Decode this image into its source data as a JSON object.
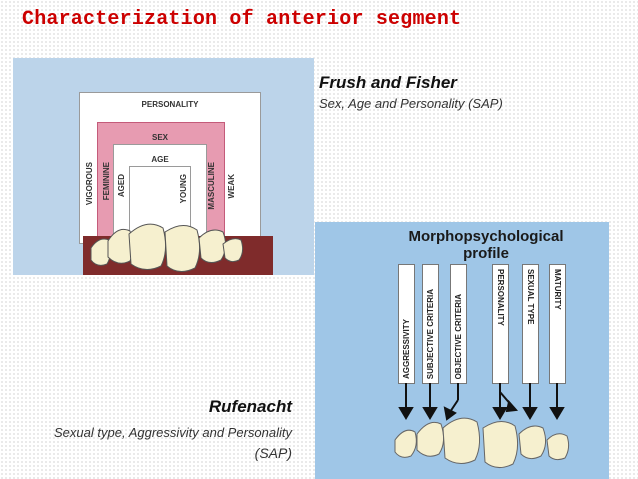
{
  "slide": {
    "title": "Characterization of anterior segment"
  },
  "figure_top": {
    "frames": {
      "personality": "PERSONALITY",
      "sex": "SEX",
      "age": "AGE"
    },
    "vertical_labels": {
      "vigorous": "VIGOROUS",
      "feminine": "FEMININE",
      "aged": "AGED",
      "young": "YOUNG",
      "masculine": "MASCULINE",
      "weak": "WEAK"
    }
  },
  "frush": {
    "name": "Frush and Fisher",
    "subtitle": "Sex, Age and Personality (SAP)"
  },
  "figure_bottom": {
    "title_line1": "Morphopsychological",
    "title_line2": "profile",
    "criteria": [
      "AGGRESSIVITY",
      "SUBJECTIVE CRITERIA",
      "OBJECTIVE CRITERIA",
      "PERSONALITY",
      "SEXUAL TYPE",
      "MATURITY"
    ]
  },
  "rufenacht": {
    "name": "Rufenacht",
    "subtitle": "Sexual type, Aggressivity and Personality",
    "sap": "(SAP)"
  }
}
